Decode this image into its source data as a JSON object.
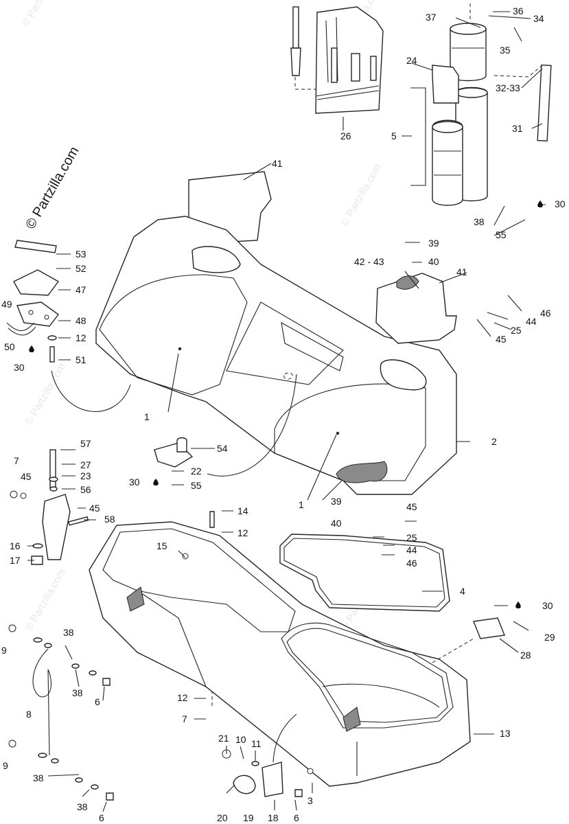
{
  "watermark": {
    "main": "© Partzilla.com",
    "faint": "© Partzilla.com"
  },
  "colors": {
    "ink": "#222222",
    "shade": "#8a8a8a",
    "watermark": "#cfd4dc"
  },
  "callouts": {
    "c36": "36",
    "c34": "34",
    "c37": "37",
    "c35": "35",
    "c24": "24",
    "c32_33": "32-33",
    "c31": "31",
    "c5": "5",
    "c26": "26",
    "c41a": "41",
    "c41b": "41",
    "c39a": "39",
    "c40a": "40",
    "c42_43": "42 - 43",
    "c38a": "38",
    "c30a": "30",
    "c55a": "55",
    "c53": "53",
    "c52": "52",
    "c47": "47",
    "c49": "49",
    "c48": "48",
    "c12a": "12",
    "c50": "50",
    "c30b": "30",
    "c51": "51",
    "c46a": "46",
    "c44a": "44",
    "c25a": "25",
    "c45a": "45",
    "c1a": "1",
    "c2": "2",
    "c1b": "1",
    "c57": "57",
    "c54": "54",
    "c27": "27",
    "c7a": "7",
    "c45b": "45",
    "c23": "23",
    "c22": "22",
    "c30c": "30",
    "c55b": "55",
    "c56": "56",
    "c45c": "45",
    "c58": "58",
    "c14": "14",
    "c12b": "12",
    "c39b": "39",
    "c45d": "45",
    "c40b": "40",
    "c25b": "25",
    "c44b": "44",
    "c46b": "46",
    "c16": "16",
    "c17": "17",
    "c15": "15",
    "c4": "4",
    "c30d": "30",
    "c9a": "9",
    "c38b": "38",
    "c29": "29",
    "c28": "28",
    "c38c": "38",
    "c6a": "6",
    "c8": "8",
    "c12c": "12",
    "c13": "13",
    "c7b": "7",
    "c21": "21",
    "c10": "10",
    "c11": "11",
    "c9b": "9",
    "c38d": "38",
    "c3": "3",
    "c38e": "38",
    "c6b": "6",
    "c20": "20",
    "c19": "19",
    "c18": "18",
    "c6c": "6"
  }
}
